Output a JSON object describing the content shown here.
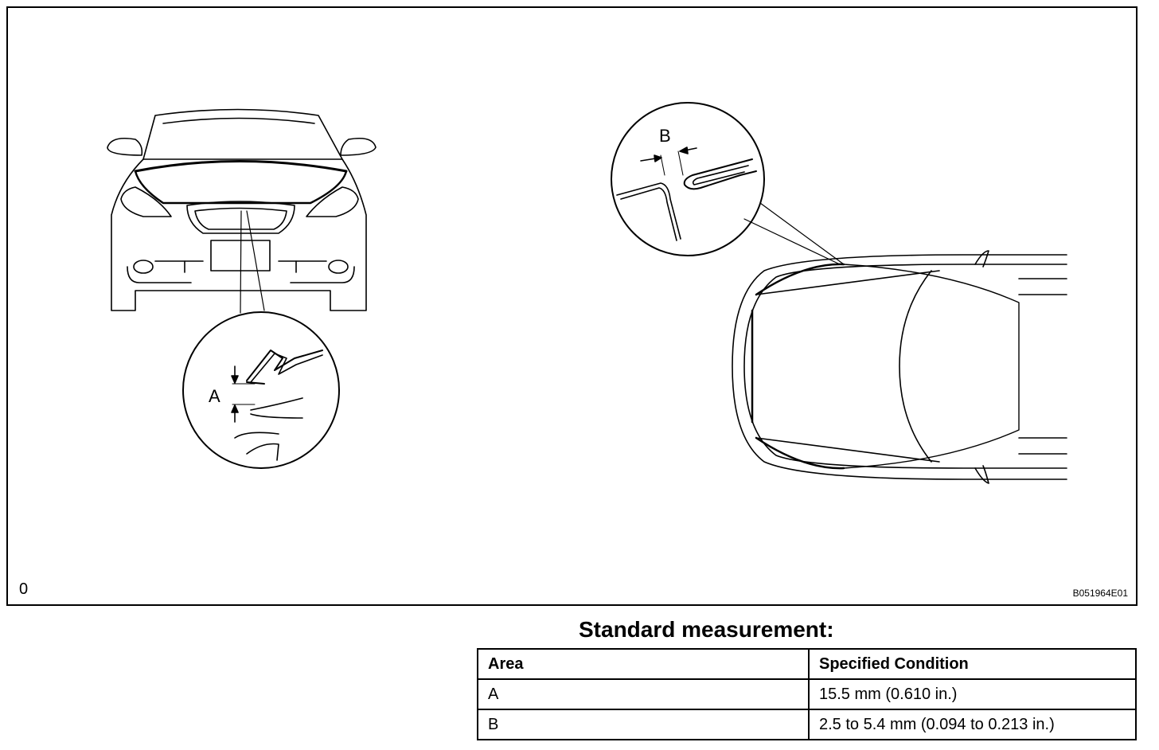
{
  "figure": {
    "corner_mark": "0",
    "figure_id": "B051964E01",
    "callout_a_label": "A",
    "callout_b_label": "B"
  },
  "standard": {
    "title": "Standard measurement:",
    "columns": [
      "Area",
      "Specified Condition"
    ],
    "rows": [
      {
        "area": "A",
        "condition": "15.5 mm (0.610 in.)"
      },
      {
        "area": "B",
        "condition": "2.5 to 5.4 mm (0.094 to 0.213 in.)"
      }
    ]
  }
}
